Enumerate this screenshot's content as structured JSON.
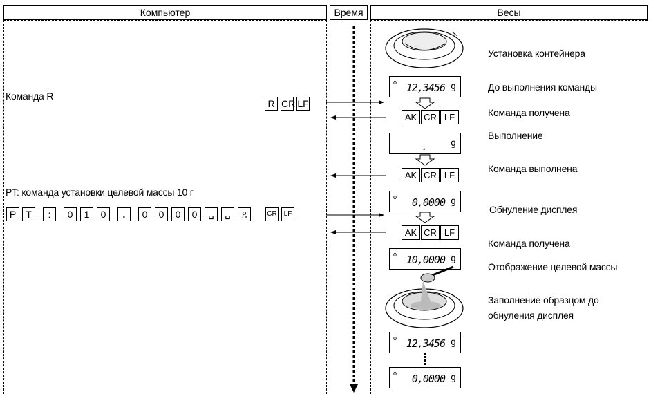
{
  "headers": {
    "computer": "Компьютер",
    "time": "Время",
    "scale": "Весы"
  },
  "computer": {
    "command_r_label": "Команда R",
    "command_r_cells": [
      "R",
      "CR",
      "LF"
    ],
    "pt_label": "PT: команда установки целевой массы 10 г",
    "pt_cells": [
      "P",
      "T",
      ":",
      "0",
      "1",
      "0",
      ".",
      "0",
      "0",
      "0",
      "0",
      "␣",
      "␣",
      "g",
      "CR",
      "LF"
    ]
  },
  "scale": {
    "ack_cells": [
      "AK",
      "CR",
      "LF"
    ],
    "displays": [
      {
        "value": "12,3456",
        "unit": "g"
      },
      {
        "value": ".",
        "unit": "g"
      },
      {
        "value": "0,0000",
        "unit": "g"
      },
      {
        "value": "10,0000",
        "unit": "g"
      },
      {
        "value": "12,3456",
        "unit": "g"
      },
      {
        "value": "0,0000",
        "unit": "g"
      }
    ],
    "step_labels": [
      "Установка контейнера",
      "До выполнения команды",
      "Команда получена",
      "Выполнение",
      "Команда выполнена",
      "Обнуление дисплея",
      "Команда получена",
      "Отображение целевой массы",
      "Заполнение образцом до",
      "обнуления дисплея"
    ]
  }
}
